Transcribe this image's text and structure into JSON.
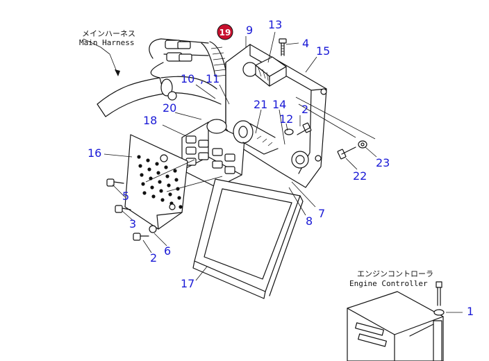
{
  "labels": {
    "main_harness_jp": "メインハーネス",
    "main_harness_en": "Main Harness",
    "engine_controller_jp": "エンジンコントローラ",
    "engine_controller_en": "Engine Controller"
  },
  "callouts": {
    "c1": "1",
    "c2a": "2",
    "c2b": "2",
    "c3": "3",
    "c4": "4",
    "c5": "5",
    "c6": "6",
    "c7": "7",
    "c8": "8",
    "c9": "9",
    "c10": "10",
    "c11": "11",
    "c12": "12",
    "c13": "13",
    "c14": "14",
    "c15": "15",
    "c16": "16",
    "c17": "17",
    "c18": "18",
    "c19": "19",
    "c20": "20",
    "c21": "21",
    "c22": "22",
    "c23": "23"
  },
  "separator": ",",
  "colors": {
    "callout": "#1a1ad6",
    "highlight": "#c8102e",
    "ink": "#111111"
  }
}
